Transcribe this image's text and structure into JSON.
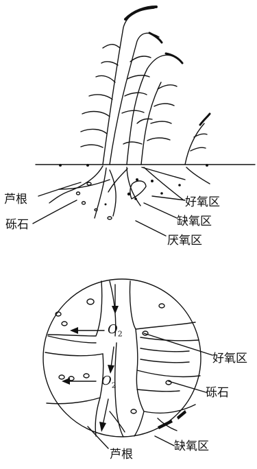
{
  "top_diagram": {
    "labels": {
      "reed_root": "芦根",
      "gravel": "砾石",
      "aerobic": "好氧区",
      "anoxic": "缺氧区",
      "anaerobic": "厌氧区"
    }
  },
  "bottom_diagram": {
    "labels": {
      "o2_top_main": "O",
      "o2_top_sub": "2",
      "o2_mid_main": "O",
      "o2_mid_sub": "2",
      "aerobic": "好氧区",
      "gravel": "砾石",
      "anoxic": "缺氧区",
      "reed_root": "芦根"
    }
  }
}
